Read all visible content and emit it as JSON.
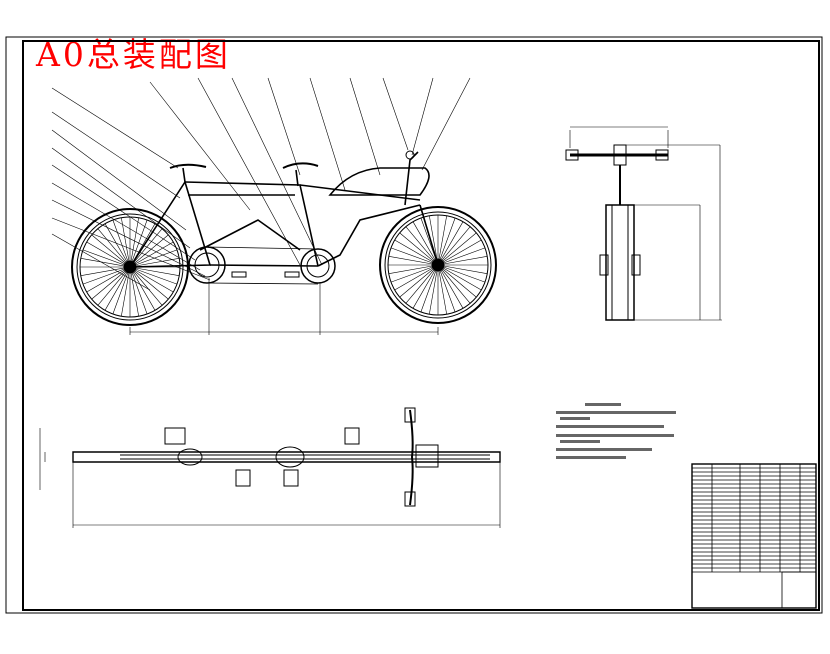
{
  "title": "A0总装配图",
  "colors": {
    "title": "#ff0000",
    "line": "#000000",
    "paper": "#ffffff"
  },
  "views": [
    "side-view",
    "front-view",
    "top-view"
  ],
  "title_block": {
    "rows": 27,
    "cols": 6
  }
}
